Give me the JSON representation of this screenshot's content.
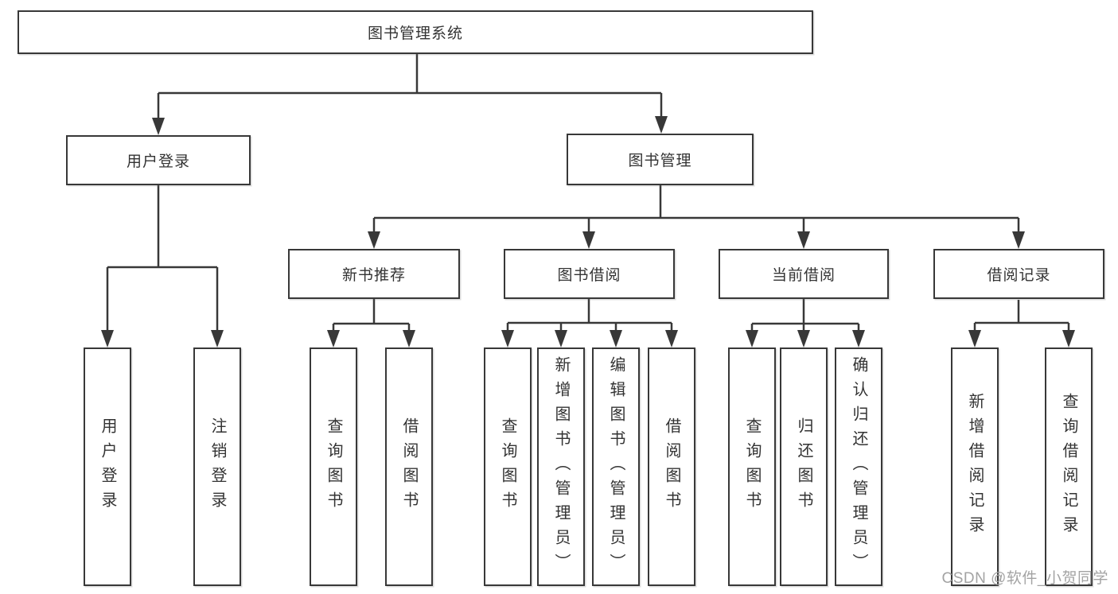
{
  "colors": {
    "line": "#383838",
    "box_border": "#383838",
    "text": "#333333",
    "watermark_gray": "#a3a3a3",
    "background": "#ffffff"
  },
  "nodes": {
    "root": "图书管理系统",
    "login": "用户登录",
    "management": "图书管理",
    "new_books": "新书推荐",
    "borrowing": "图书借阅",
    "current_borrow": "当前借阅",
    "borrow_records": "借阅记录",
    "login_user": "用户登录",
    "login_logout": "注销登录",
    "new_query": "查询图书",
    "new_borrow": "借阅图书",
    "bor_query": "查询图书",
    "bor_add": "新增图书（管理员）",
    "bor_edit": "编辑图书（管理员）",
    "bor_borrow": "借阅图书",
    "cur_query": "查询图书",
    "cur_return": "归还图书",
    "cur_confirm": "确认归还（管理员）",
    "rec_add": "新增借阅记录",
    "rec_query": "查询借阅记录"
  },
  "watermark": "CSDN @软件_小贺同学"
}
